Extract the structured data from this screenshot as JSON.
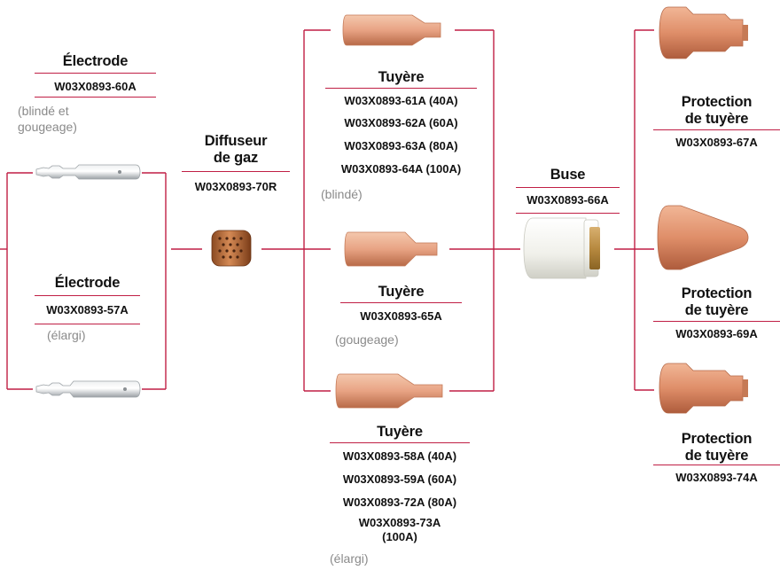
{
  "colors": {
    "connector": "#c01f45",
    "copper": "#d99070",
    "ceramic": "#efefe9",
    "steel": "#cfd3d6"
  },
  "electrode_shielded": {
    "title": "Électrode",
    "code": "W03X0893-60A",
    "note_line1": "(blindé et",
    "note_line2": "gougeage)"
  },
  "electrode_extended": {
    "title": "Électrode",
    "code": "W03X0893-57A",
    "note": "(élargi)"
  },
  "gas_diffuser": {
    "title_line1": "Diffuseur",
    "title_line2": "de gaz",
    "code": "W03X0893-70R"
  },
  "nozzle_top": {
    "title": "Tuyère",
    "codes": [
      "W03X0893-61A (40A)",
      "W03X0893-62A (60A)",
      "W03X0893-63A (80A)",
      "W03X0893-64A (100A)"
    ],
    "note": "(blindé)"
  },
  "nozzle_mid": {
    "title": "Tuyère",
    "code": "W03X0893-65A",
    "note": "(gougeage)"
  },
  "nozzle_bottom": {
    "title": "Tuyère",
    "codes": [
      "W03X0893-58A (40A)",
      "W03X0893-59A (60A)",
      "W03X0893-72A (80A)",
      "W03X0893-73A"
    ],
    "code_suffix": "(100A)",
    "note": "(élargi)"
  },
  "retaining_cap": {
    "title": "Buse",
    "code": "W03X0893-66A"
  },
  "shield_cap_1": {
    "title_line1": "Protection",
    "title_line2": "de tuyère",
    "code": "W03X0893-67A"
  },
  "shield_cap_2": {
    "title_line1": "Protection",
    "title_line2": "de tuyère",
    "code": "W03X0893-69A"
  },
  "shield_cap_3": {
    "title_line1": "Protection",
    "title_line2": "de tuyère",
    "code": "W03X0893-74A"
  }
}
